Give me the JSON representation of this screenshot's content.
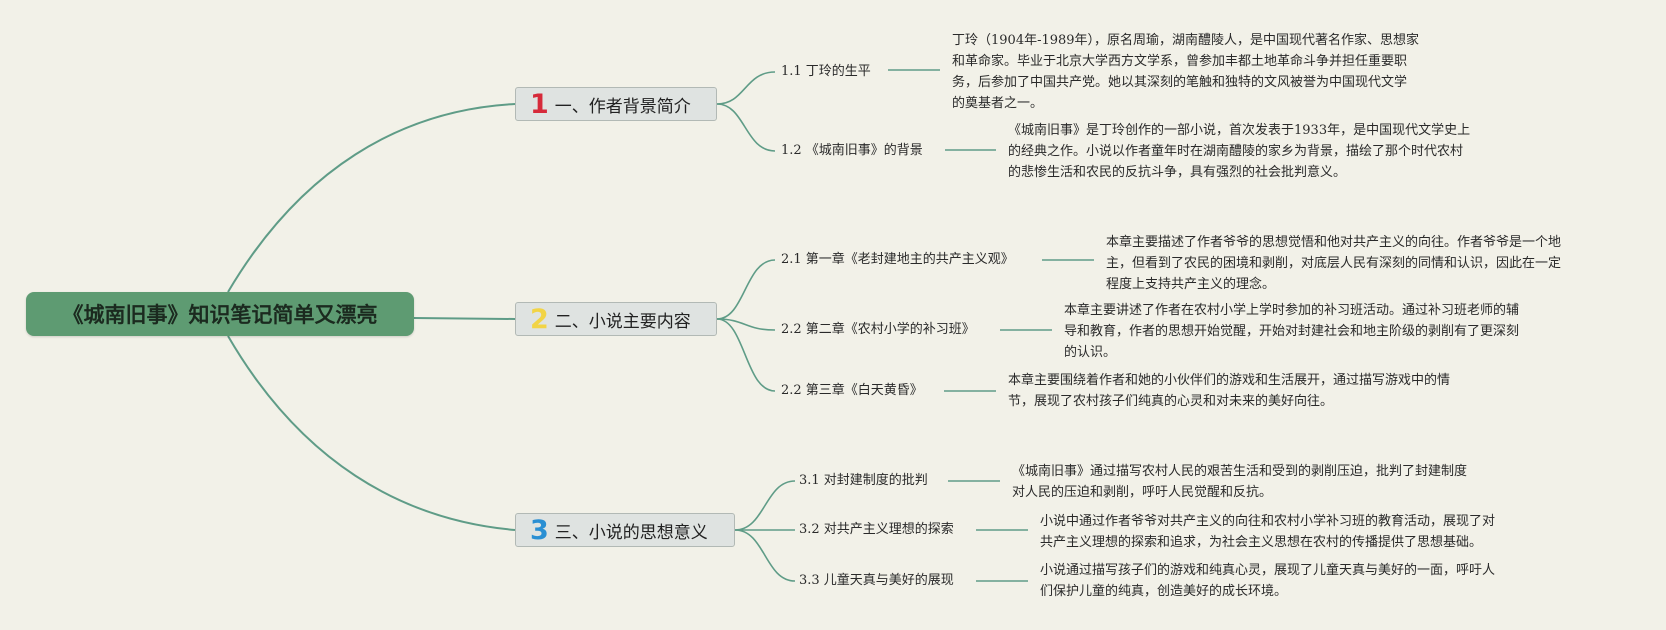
{
  "central": {
    "title": "《城南旧事》知识笔记简单又漂亮"
  },
  "colors": {
    "central_fill": "#5e9b72",
    "line": "#5f9c87",
    "num1": "#d62a3a",
    "num2": "#f2d446",
    "num3": "#2a8fd3",
    "background": "#f2f1e8"
  },
  "topics": [
    {
      "number": "1",
      "label": "一、作者背景简介",
      "subs": [
        {
          "label": "1.1 丁玲的生平",
          "desc": [
            "丁玲（1904年-1989年），原名周瑜，湖南醴陵人，是中国现代著名作家、思想家",
            "和革命家。毕业于北京大学西方文学系，曾参加丰都土地革命斗争并担任重要职",
            "务，后参加了中国共产党。她以其深刻的笔触和独特的文风被誉为中国现代文学",
            "的奠基者之一。"
          ]
        },
        {
          "label": "1.2 《城南旧事》的背景",
          "desc": [
            "《城南旧事》是丁玲创作的一部小说，首次发表于1933年，是中国现代文学史上",
            "的经典之作。小说以作者童年时在湖南醴陵的家乡为背景，描绘了那个时代农村",
            "的悲惨生活和农民的反抗斗争，具有强烈的社会批判意义。"
          ]
        }
      ]
    },
    {
      "number": "2",
      "label": "二、小说主要内容",
      "subs": [
        {
          "label": "2.1 第一章《老封建地主的共产主义观》",
          "desc": [
            "本章主要描述了作者爷爷的思想觉悟和他对共产主义的向往。作者爷爷是一个地",
            "主，但看到了农民的困境和剥削，对底层人民有深刻的同情和认识，因此在一定",
            "程度上支持共产主义的理念。"
          ]
        },
        {
          "label": "2.2 第二章《农村小学的补习班》",
          "desc": [
            "本章主要讲述了作者在农村小学上学时参加的补习班活动。通过补习班老师的辅",
            "导和教育，作者的思想开始觉醒，开始对封建社会和地主阶级的剥削有了更深刻",
            "的认识。"
          ]
        },
        {
          "label": "2.2 第三章《白天黄昏》",
          "desc": [
            "本章主要围绕着作者和她的小伙伴们的游戏和生活展开，通过描写游戏中的情",
            "节，展现了农村孩子们纯真的心灵和对未来的美好向往。"
          ]
        }
      ]
    },
    {
      "number": "3",
      "label": "三、小说的思想意义",
      "subs": [
        {
          "label": "3.1 对封建制度的批判",
          "desc": [
            "《城南旧事》通过描写农村人民的艰苦生活和受到的剥削压迫，批判了封建制度",
            "对人民的压迫和剥削，呼吁人民觉醒和反抗。"
          ]
        },
        {
          "label": "3.2 对共产主义理想的探索",
          "desc": [
            "小说中通过作者爷爷对共产主义的向往和农村小学补习班的教育活动，展现了对",
            "共产主义理想的探索和追求，为社会主义思想在农村的传播提供了思想基础。"
          ]
        },
        {
          "label": "3.3 儿童天真与美好的展现",
          "desc": [
            "小说通过描写孩子们的游戏和纯真心灵，展现了儿童天真与美好的一面，呼吁人",
            "们保护儿童的纯真，创造美好的成长环境。"
          ]
        }
      ]
    }
  ]
}
